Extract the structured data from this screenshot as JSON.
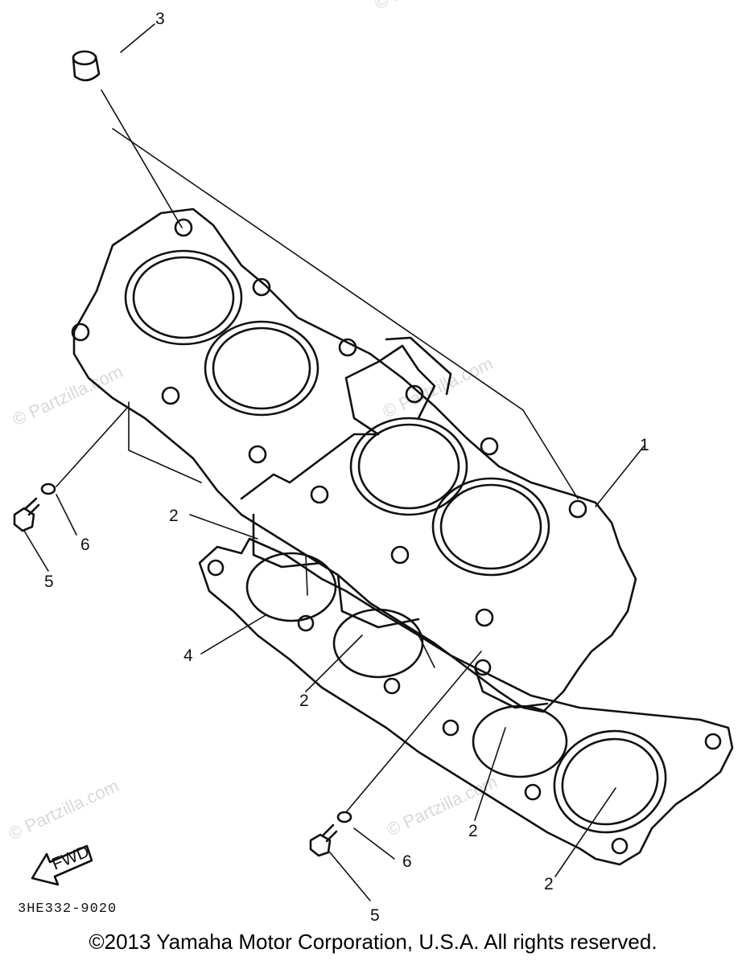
{
  "diagram": {
    "part_code": "3HE332-9020",
    "fwd_label": "FWD",
    "callouts": {
      "c1": "1",
      "c2a": "2",
      "c2b": "2",
      "c2c": "2",
      "c2d": "2",
      "c3": "3",
      "c4": "4",
      "c5a": "5",
      "c5b": "5",
      "c6a": "6",
      "c6b": "6"
    },
    "watermarks": {
      "w1": "© Partzilla.com",
      "w2": "© Partzilla.com",
      "w3": "© Partzilla.com",
      "w4": "© Partzilla.com",
      "w5": "© Partzilla.com"
    }
  },
  "footer": {
    "copyright": "©2013  Yamaha Motor Corporation, U.S.A. All rights reserved."
  }
}
